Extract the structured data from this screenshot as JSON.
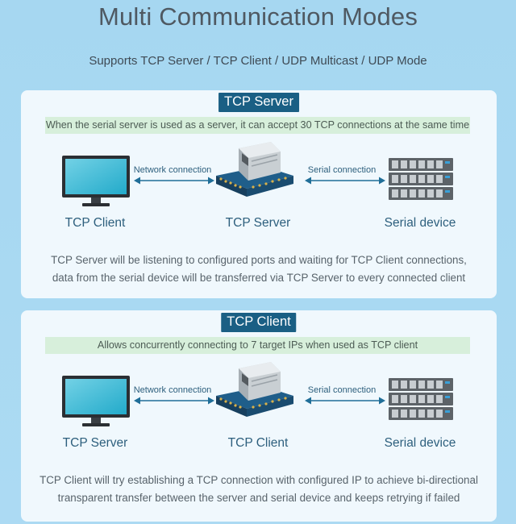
{
  "header": {
    "title": "Multi Communication Modes",
    "subtitle": "Supports TCP Server / TCP Client / UDP Multicast / UDP Mode"
  },
  "panels": [
    {
      "badge": "TCP Server",
      "note": "When the serial server is used as a server, it can accept 30 TCP connections at the same time",
      "left_arrow_label": "Network connection",
      "right_arrow_label": "Serial connection",
      "left_device_label": "TCP Client",
      "center_device_label": "TCP Server",
      "right_device_label": "Serial device",
      "description_line1": "TCP Server will be listening to configured ports and waiting for TCP Client connections,",
      "description_line2": "data from the serial device will be transferred via TCP Server to every connected client"
    },
    {
      "badge": "TCP Client",
      "note": "Allows concurrently connecting to 7 target IPs when used as TCP client",
      "left_arrow_label": "Network connection",
      "right_arrow_label": "Serial connection",
      "left_device_label": "TCP Server",
      "center_device_label": "TCP Client",
      "right_device_label": "Serial device",
      "description_line1": "TCP Client will try establishing a TCP connection with configured IP to achieve bi-directional",
      "description_line2": "transparent transfer between the server and serial device and keeps retrying if failed"
    }
  ],
  "icons": {
    "monitor": "monitor-icon",
    "module": "serial-server-module-icon",
    "rack": "server-rack-icon"
  },
  "colors": {
    "badge_bg": "#1a5f84",
    "note_bg": "#d7efdb",
    "label_text": "#2d5f7d",
    "panel_bg": "#f0f8fd"
  }
}
